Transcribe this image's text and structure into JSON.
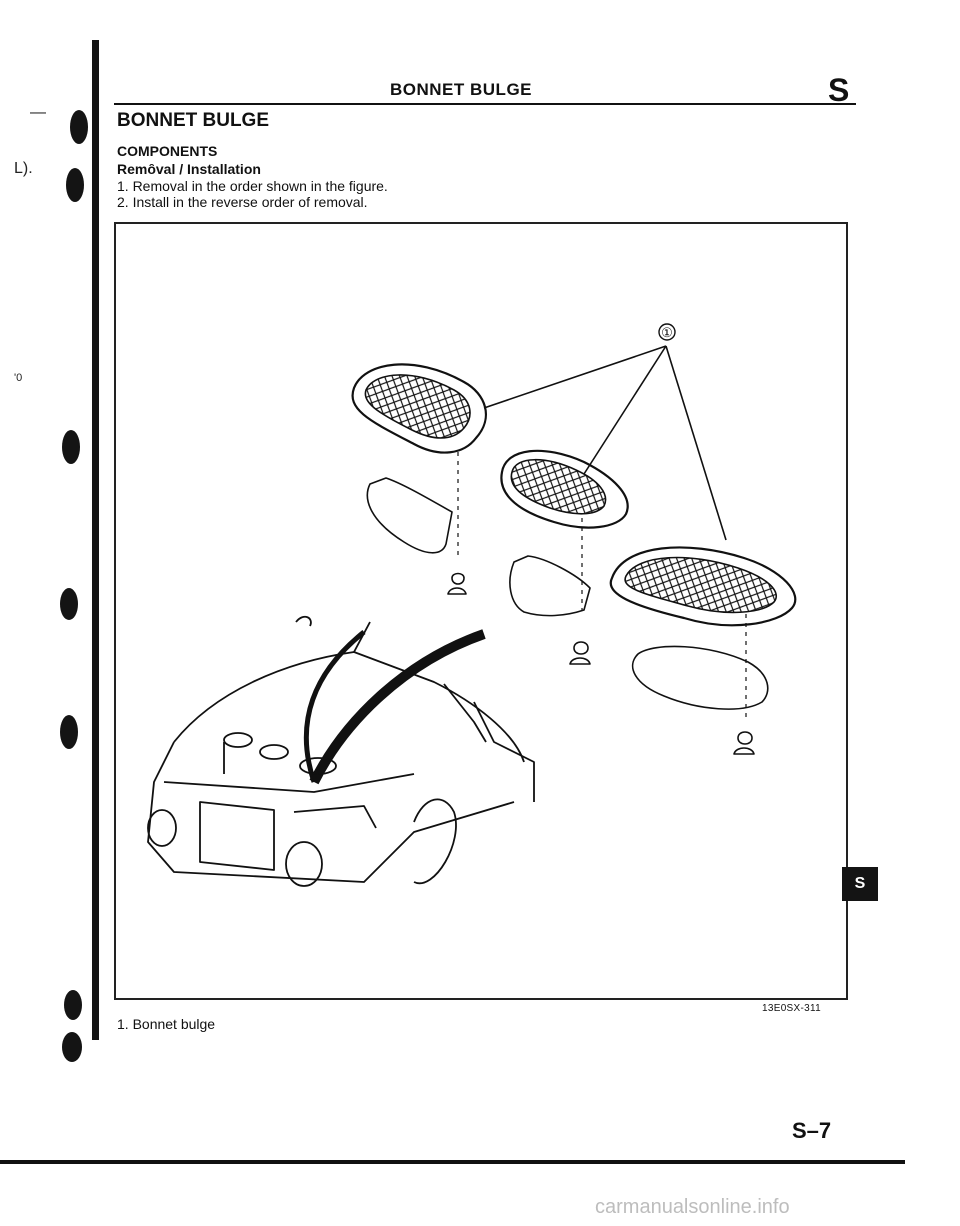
{
  "page": {
    "running_header": "BONNET BULGE",
    "section_letter": "S",
    "title": "BONNET BULGE",
    "subtitle": "COMPONENTS",
    "procedure_heading": "Remȏval / Installation",
    "steps": [
      "1. Removal in the order shown in the figure.",
      "2. Install in the reverse order of removal."
    ],
    "figure_callout": "①",
    "figure_code": "13E0SX-311",
    "caption": "1. Bonnet bulge",
    "side_tab": "S",
    "page_number": "S–7",
    "margin_marks": [
      "—",
      "L).",
      "'0"
    ],
    "watermark": "carmanualsonline.info"
  }
}
